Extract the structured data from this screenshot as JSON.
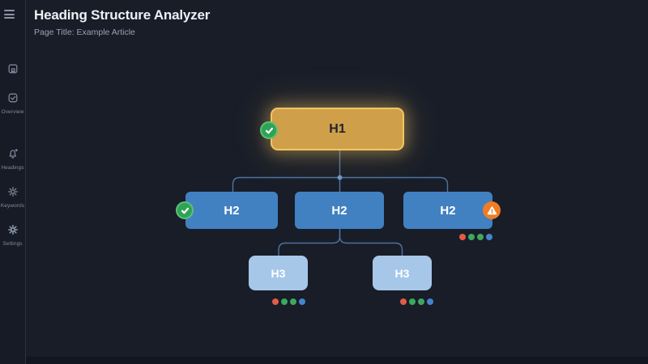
{
  "app": {
    "title": "Heading Structure Analyzer",
    "subtitle": "Page Title: Example Article"
  },
  "sidebar": {
    "items": [
      {
        "icon": "bookmark-icon",
        "label": ""
      },
      {
        "icon": "check-square-icon",
        "label": "Overview"
      },
      {
        "icon": "bell-alert-icon",
        "label": "Headings"
      },
      {
        "icon": "gear-icon",
        "label": "Keywords"
      },
      {
        "icon": "settings-gear-icon",
        "label": "Settings"
      }
    ]
  },
  "diagram": {
    "h1": {
      "label": "H1",
      "status": "valid"
    },
    "h2_1": {
      "label": "H2",
      "status": "valid"
    },
    "h2_2": {
      "label": "H2",
      "status": "none"
    },
    "h2_3": {
      "label": "H2",
      "status": "warning",
      "dots": [
        "red",
        "green",
        "green",
        "blue"
      ]
    },
    "h3_1": {
      "label": "H3",
      "status": "none",
      "dots": [
        "red",
        "green",
        "green",
        "blue"
      ]
    },
    "h3_2": {
      "label": "H3",
      "status": "none",
      "dots": [
        "red",
        "green",
        "green",
        "blue"
      ]
    }
  },
  "colors": {
    "background": "#181d28",
    "h1_fill": "#cfa049",
    "h1_border": "#f0c564",
    "h2_fill": "#4181c2",
    "h3_fill": "#a7c7e9",
    "connector": "#4d739f",
    "valid_badge": "#2fa355",
    "warning_badge": "#ef7d26",
    "red": "#e25c47",
    "green": "#3da85f",
    "blue": "#4583cd"
  }
}
